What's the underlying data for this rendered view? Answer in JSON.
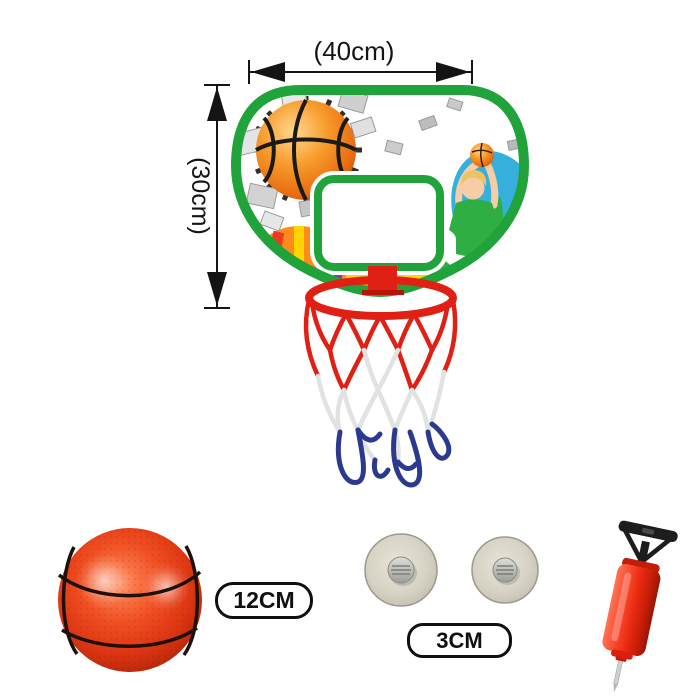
{
  "page": {
    "background": "#ffffff",
    "description": "mini basketball hoop set product dimension image"
  },
  "annotations": {
    "width_label": "(40cm)",
    "height_label": "(30cm)"
  },
  "badges": {
    "ball_size": "12CM",
    "cup_size": "3CM"
  },
  "items": {
    "suction_cup_count": 2
  },
  "colors": {
    "board_green": "#21a33b",
    "rim_red": "#e02014",
    "net_red": "#e02014",
    "net_white": "#e2e2e2",
    "net_blue": "#2b3a8f",
    "basketball_orange": "#f47b20",
    "toy_ball_red": "#dd3512",
    "pump_red": "#ea2a10",
    "pump_black": "#1d1d1d",
    "cup_gray": "#d6d2c4",
    "dimension_color": "#141414",
    "swirl_blue": "#35b0dd",
    "swirl_yellow": "#ffd400",
    "swirl_orange": "#ff8c1a",
    "swirl_red": "#ed3b20"
  }
}
